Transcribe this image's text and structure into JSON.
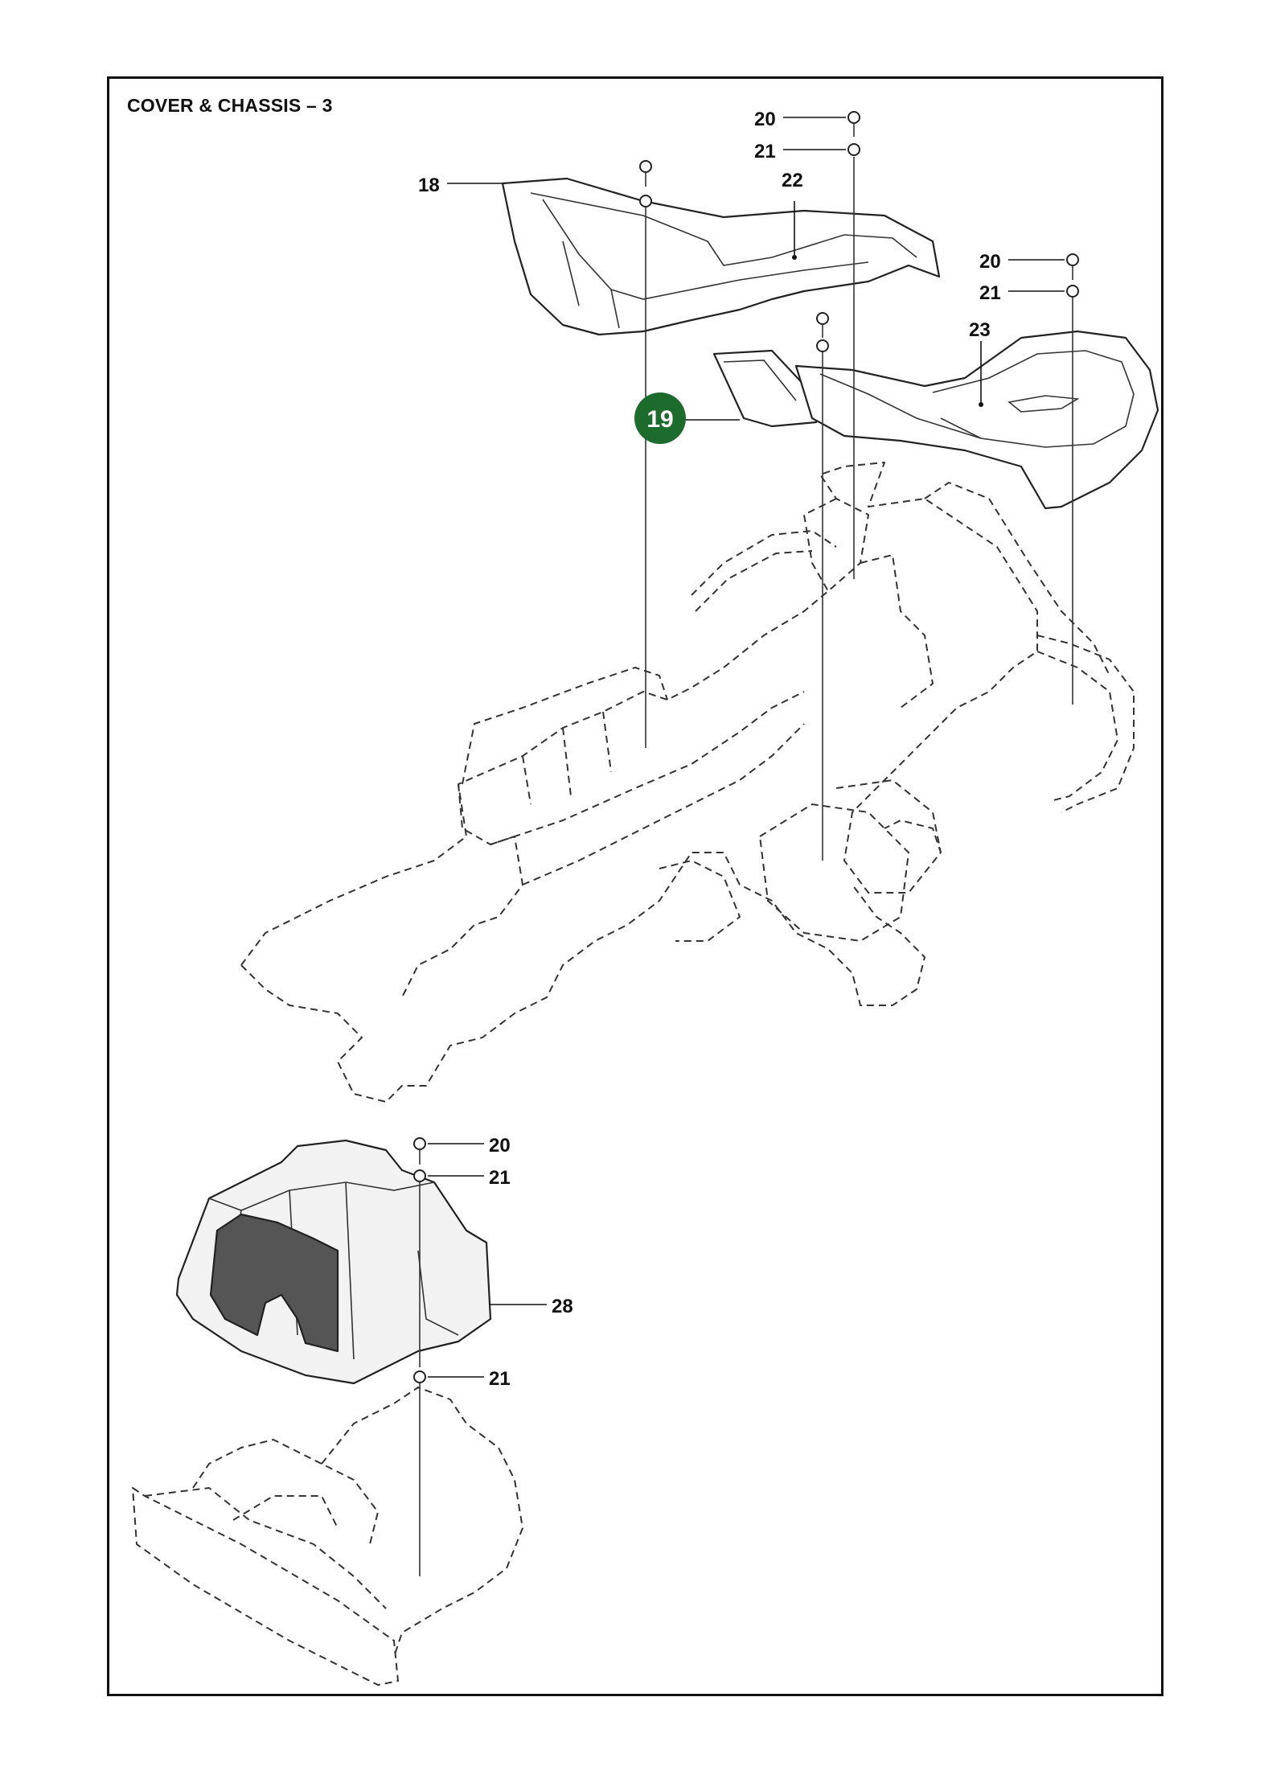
{
  "page": {
    "title": "COVER & CHASSIS – 3"
  },
  "callouts": [
    {
      "id": "c20a",
      "text": "20"
    },
    {
      "id": "c21a",
      "text": "21"
    },
    {
      "id": "c18",
      "text": "18"
    },
    {
      "id": "c22",
      "text": "22"
    },
    {
      "id": "c20b",
      "text": "20"
    },
    {
      "id": "c21b",
      "text": "21"
    },
    {
      "id": "c23",
      "text": "23"
    },
    {
      "id": "c19",
      "text": "19",
      "highlight": true
    },
    {
      "id": "c20c",
      "text": "20"
    },
    {
      "id": "c21c",
      "text": "21"
    },
    {
      "id": "c28",
      "text": "28"
    },
    {
      "id": "c21d",
      "text": "21"
    }
  ],
  "colors": {
    "highlight": "#1e6b2e",
    "line": "#111111",
    "background": "#ffffff"
  }
}
